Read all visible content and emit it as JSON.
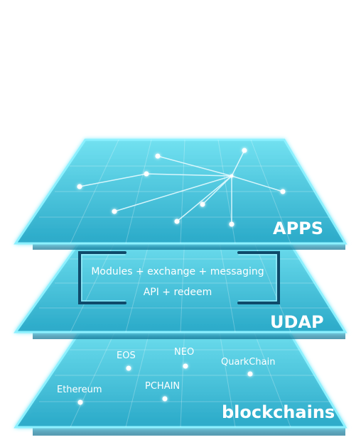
{
  "layers": {
    "apps": {
      "title": "APPS"
    },
    "udap": {
      "title": "UDAP",
      "line1": "Modules + exchange + messaging",
      "line2": "API + redeem"
    },
    "blockchains": {
      "title": "blockchains",
      "nodes": [
        {
          "label": "EOS"
        },
        {
          "label": "NEO"
        },
        {
          "label": "QuarkChain"
        },
        {
          "label": "Ethereum"
        },
        {
          "label": "PCHAIN"
        }
      ]
    }
  },
  "colors": {
    "plate_fill_top": "#4fd2e6",
    "plate_fill_bottom": "#2aa9c8",
    "plate_edge": "#8df1ff",
    "grid": "#ffffff",
    "line": "#9fe6f5",
    "text": "#ffffff"
  }
}
